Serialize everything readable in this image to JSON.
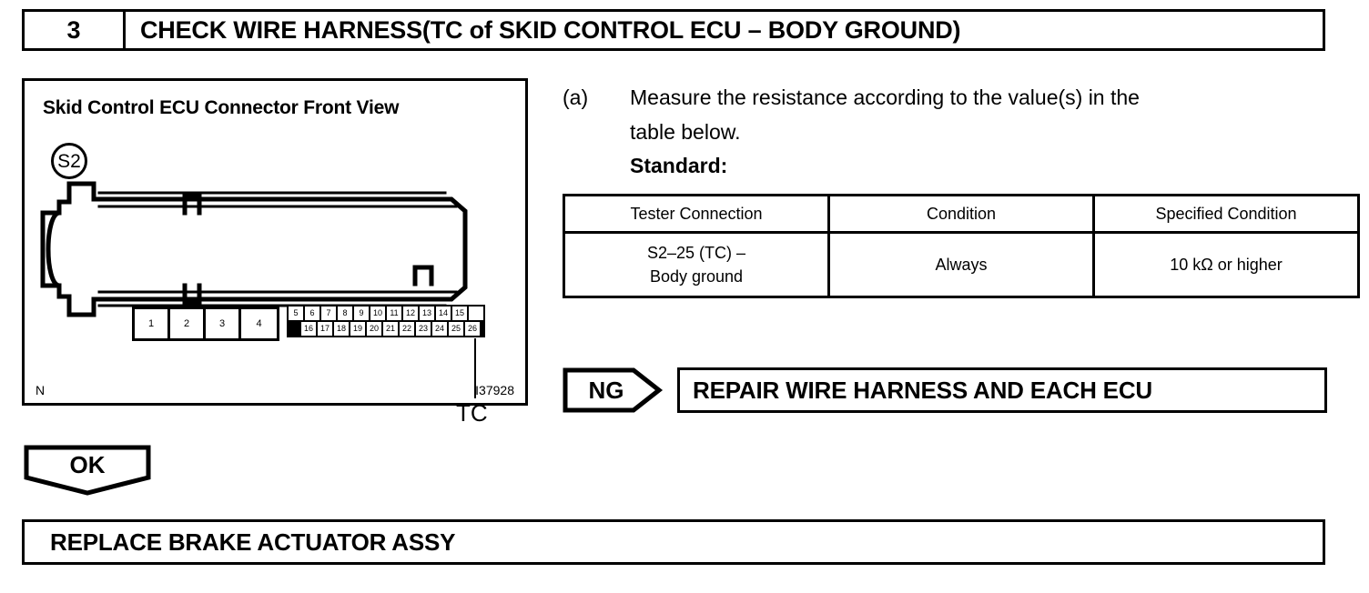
{
  "step": {
    "number": "3",
    "title": "CHECK WIRE HARNESS(TC of SKID CONTROL ECU – BODY GROUND)"
  },
  "figure": {
    "title": "Skid Control ECU Connector Front View",
    "connector_badge": "S2",
    "callout_label": "TC",
    "code_left": "N",
    "code_right": "I37928",
    "pins_large": [
      "1",
      "2",
      "3",
      "4"
    ],
    "pins_upper": [
      "5",
      "6",
      "7",
      "8",
      "9",
      "10",
      "11",
      "12",
      "13",
      "14",
      "15"
    ],
    "pins_lower": [
      "16",
      "17",
      "18",
      "19",
      "20",
      "21",
      "22",
      "23",
      "24",
      "25",
      "26"
    ],
    "callout_target_pin": "25"
  },
  "instruction": {
    "marker": "(a)",
    "line1": "Measure the resistance according to the value(s) in the",
    "line2": "table below.",
    "standard_label": "Standard:"
  },
  "spec_table": {
    "headers": [
      "Tester Connection",
      "Condition",
      "Specified Condition"
    ],
    "rows": [
      {
        "tester_connection_line1": "S2–25 (TC) –",
        "tester_connection_line2": "Body ground",
        "condition": "Always",
        "specified_condition": "10 kΩ or higher"
      }
    ]
  },
  "results": {
    "ng_label": "NG",
    "ng_action": "REPAIR WIRE HARNESS AND EACH ECU",
    "ok_label": "OK",
    "ok_action": "REPLACE BRAKE ACTUATOR ASSY"
  },
  "colors": {
    "ink": "#000000",
    "paper": "#ffffff"
  }
}
